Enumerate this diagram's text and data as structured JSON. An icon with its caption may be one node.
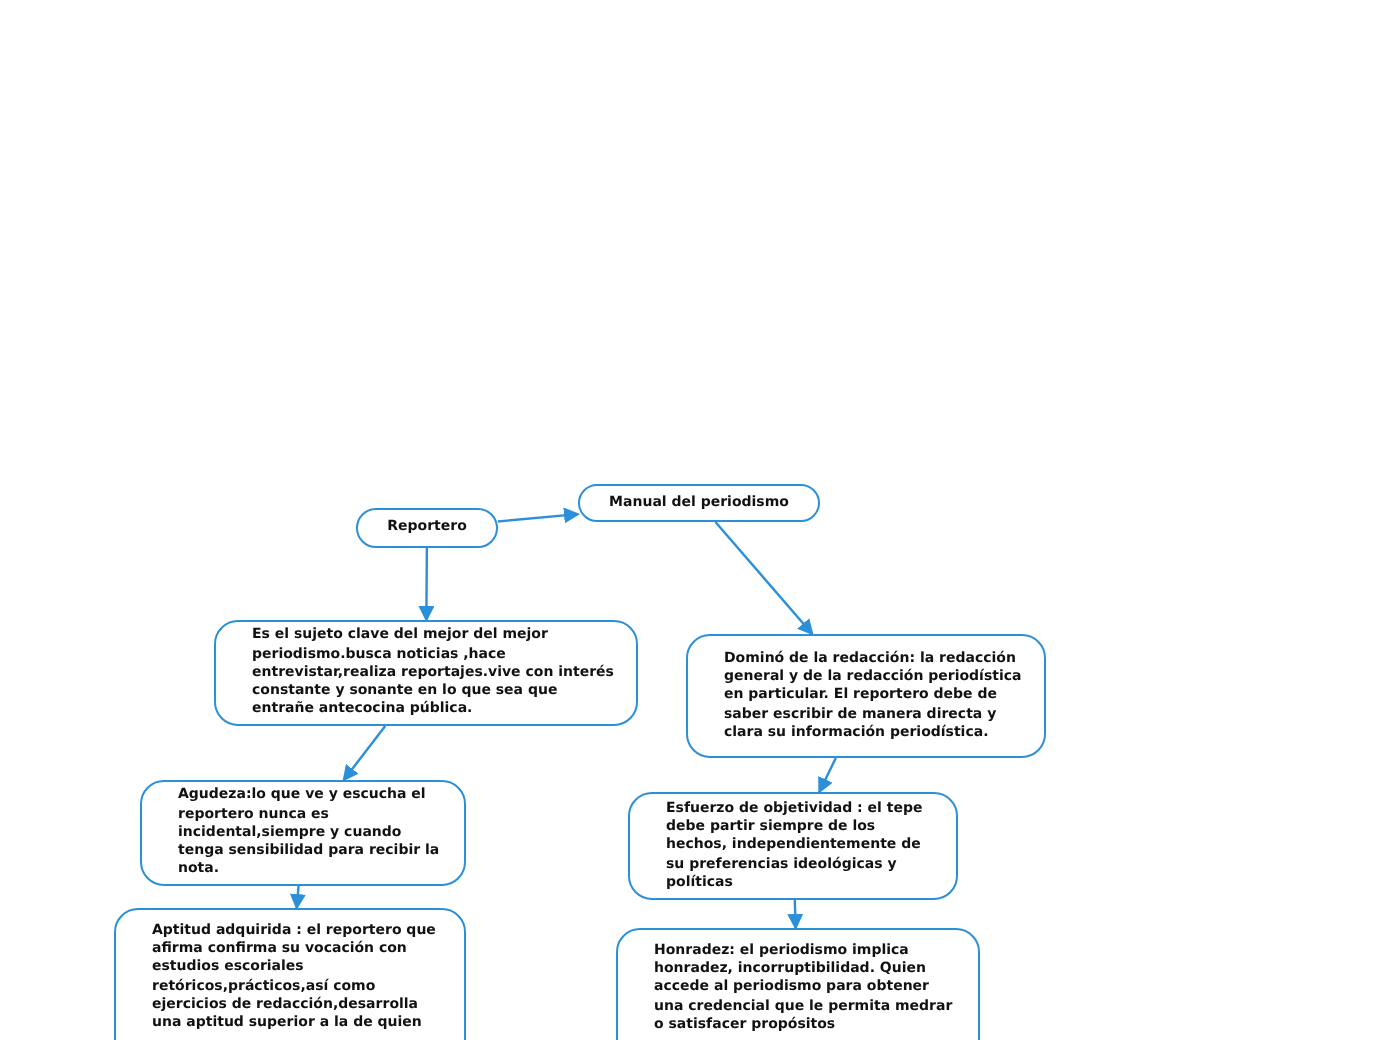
{
  "diagram": {
    "nodes": [
      {
        "text": [
          "Reportero"
        ]
      },
      {
        "text": [
          "Manual del periodismo"
        ]
      },
      {
        "text": [
          "Es el sujeto clave del mejor del mejor periodismo.busca noticias ,hace entrevistar,realiza reportajes.vive con interés constante y sonante en lo que sea que entrañe antecocina pública."
        ]
      },
      {
        "text": [
          "Dominó de la redacción: la redacción general y de la redacción periodística en particular. El reportero debe de saber escribir de manera directa y clara su información periodística."
        ]
      },
      {
        "text": [
          "Agudeza:lo que ve y escucha el reportero nunca es incidental,siempre y cuando tenga sensibilidad para recibir la nota."
        ]
      },
      {
        "text": [
          "Esfuerzo de objetividad : el tepe debe partir siempre de los hechos, independientemente de su preferencias ideológicas y políticas"
        ]
      },
      {
        "text": [
          "Aptitud adquirida : el reportero que afirma confirma su vocación con estudios escoriales retóricos,prácticos,así como ejercicios de redacción,desarrolla una aptitud superior a la de quien"
        ]
      },
      {
        "text": [
          "Honradez: el periodismo implica honradez, incorruptibilidad. Quien accede al periodismo para obtener una credencial que le permita medrar o satisfacer propósitos"
        ]
      }
    ],
    "edges": [
      {
        "from": 0,
        "to": 1,
        "arrow": "to"
      },
      {
        "from": 0,
        "to": 2,
        "arrow": "to"
      },
      {
        "from": 1,
        "to": 3,
        "arrow": "to"
      },
      {
        "from": 2,
        "to": 4,
        "arrow": "to"
      },
      {
        "from": 3,
        "to": 5,
        "arrow": "to"
      },
      {
        "from": 4,
        "to": 6,
        "arrow": "to"
      },
      {
        "from": 5,
        "to": 7,
        "arrow": "to"
      }
    ]
  }
}
